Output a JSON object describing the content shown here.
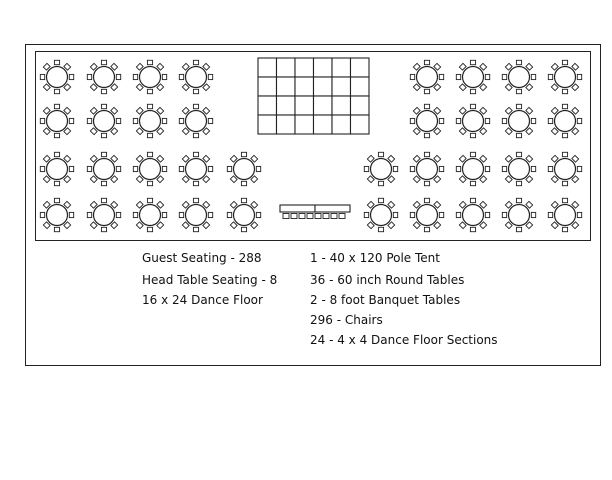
{
  "colors": {
    "line": "#222222",
    "background": "#ffffff"
  },
  "seating_summary": [
    "Guest Seating - 288",
    "Head Table Seating - 8",
    "16 x 24 Dance Floor"
  ],
  "equipment_list": [
    "1 - 40 x 120 Pole Tent",
    "36 - 60 inch Round Tables",
    "2 - 8 foot Banquet Tables",
    "296 - Chairs",
    "24 - 4 x 4 Dance Floor Sections"
  ],
  "floor_plan": {
    "round_tables": 36,
    "chairs_per_round_table": 8,
    "dance_floor_grid": {
      "columns": 6,
      "rows": 4
    },
    "head_table": {
      "banquet_tables": 2,
      "chairs": 8
    }
  }
}
